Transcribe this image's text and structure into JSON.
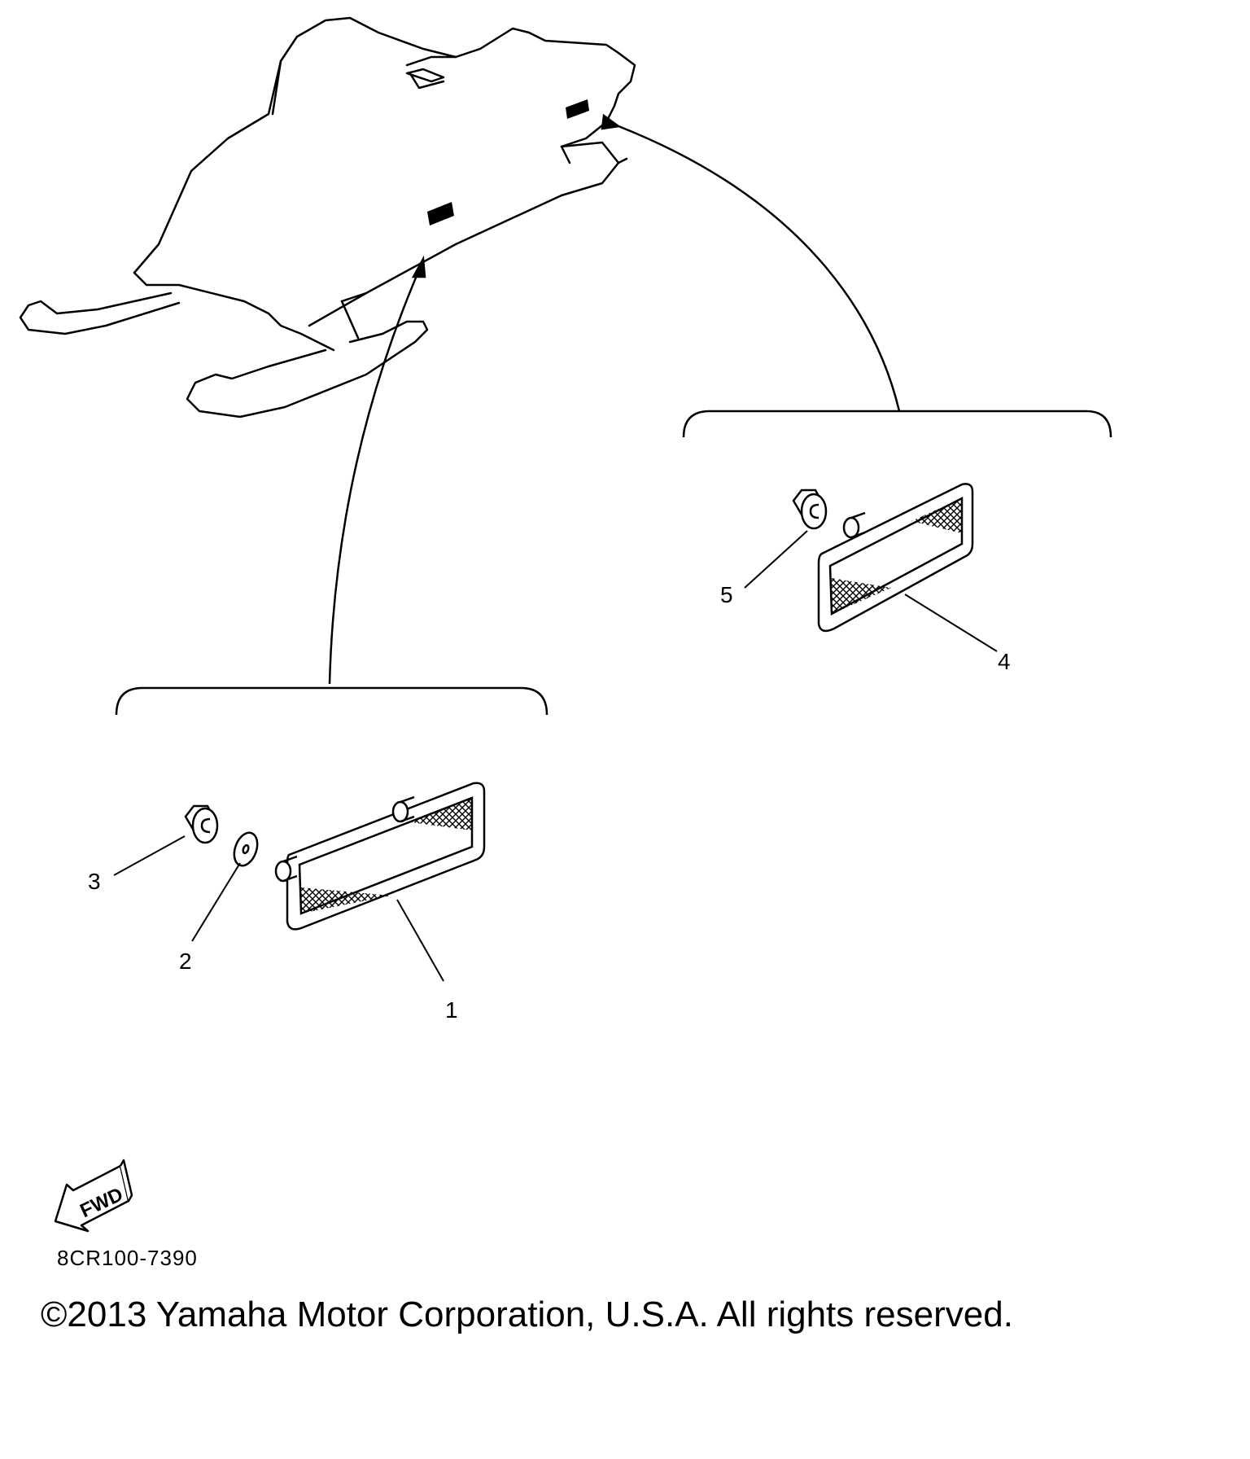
{
  "diagram": {
    "callouts": [
      "1",
      "2",
      "3",
      "4",
      "5"
    ],
    "fwd_label": "FWD",
    "part_code": "8CR100-7390"
  },
  "footer": {
    "copyright": "©2013 Yamaha Motor Corporation, U.S.A. All rights reserved."
  },
  "colors": {
    "line": "#000000",
    "background": "#ffffff"
  }
}
